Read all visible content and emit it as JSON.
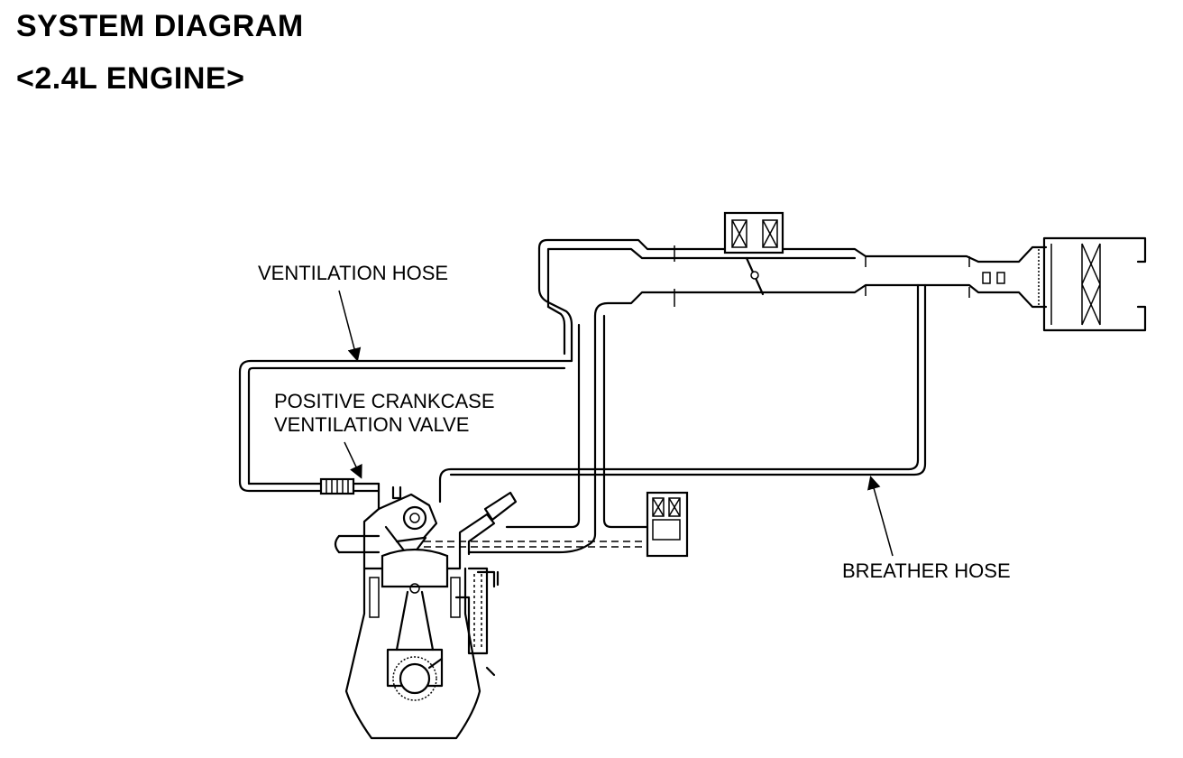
{
  "header": {
    "title": "SYSTEM DIAGRAM",
    "subtitle": "<2.4L ENGINE>"
  },
  "labels": {
    "ventilation_hose": "VENTILATION HOSE",
    "pcv_line1": "POSITIVE CRANKCASE",
    "pcv_line2": "VENTILATION VALVE",
    "breather_hose": "BREATHER HOSE"
  }
}
